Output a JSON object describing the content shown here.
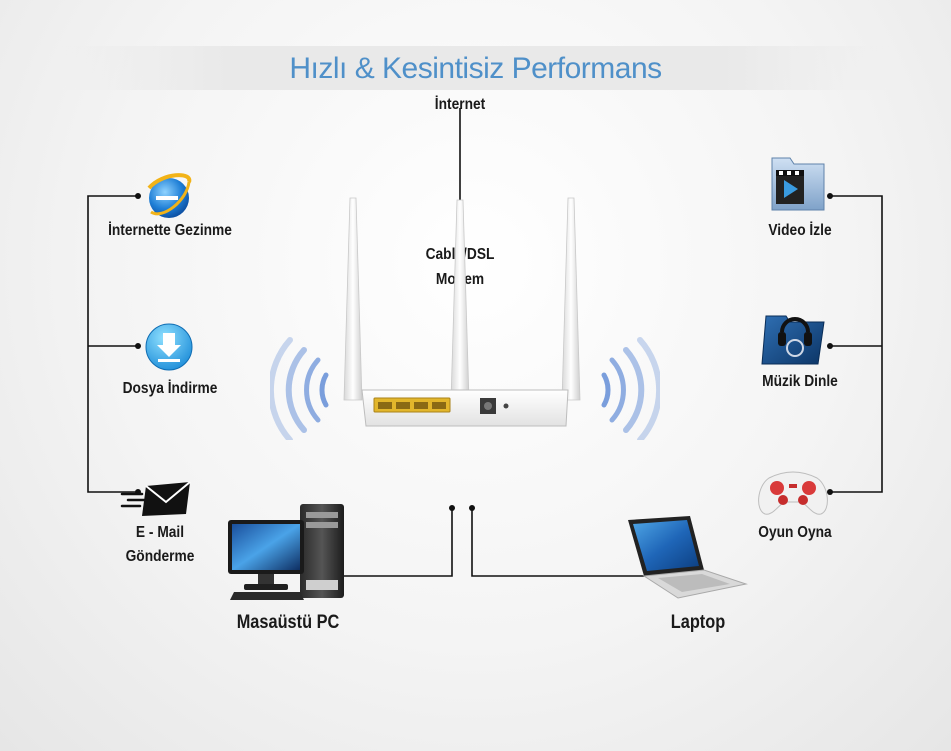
{
  "title": "Hızlı & Kesintisiz Performans",
  "internet_label": "İnternet",
  "modem_label_line1": "Cable/DSL",
  "modem_label_line2": "Modem",
  "left_items": [
    {
      "label": "İnternette Gezinme",
      "icon": "internet-explorer-icon"
    },
    {
      "label": "Dosya İndirme",
      "icon": "download-icon"
    },
    {
      "label_line1": "E - Mail",
      "label_line2": "Gönderme",
      "icon": "email-icon"
    }
  ],
  "right_items": [
    {
      "label": "Video İzle",
      "icon": "video-folder-icon"
    },
    {
      "label": "Müzik Dinle",
      "icon": "music-folder-icon"
    },
    {
      "label": "Oyun Oyna",
      "icon": "gamepad-icon"
    }
  ],
  "devices": {
    "desktop_label": "Masaüstü PC",
    "laptop_label": "Laptop"
  },
  "colors": {
    "title": "#4f90c9",
    "wifi": "#6b93d8",
    "line": "#111111"
  }
}
